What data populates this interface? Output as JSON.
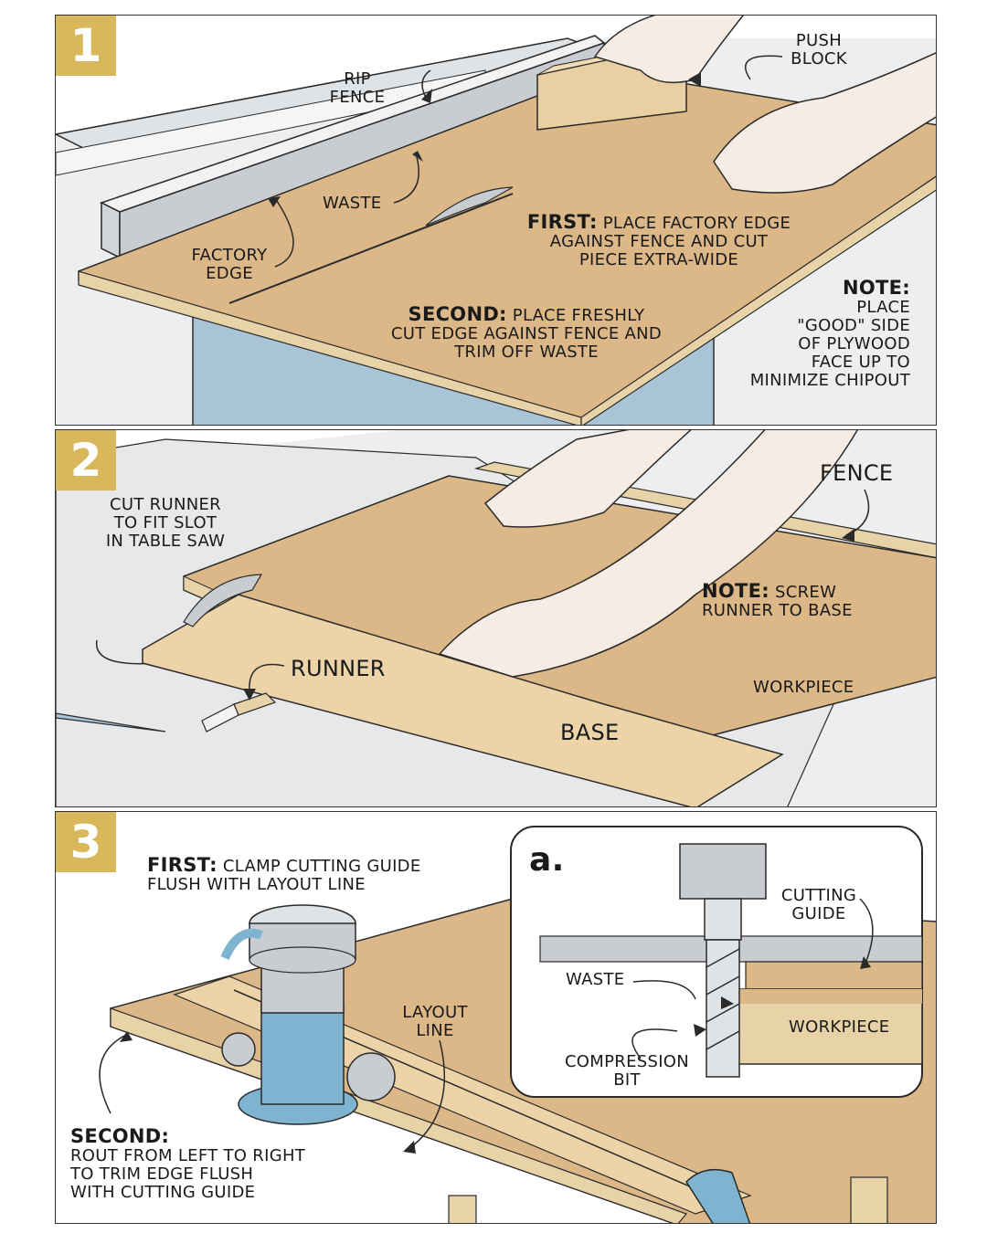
{
  "panel1": {
    "number": "1",
    "rip_fence": "RIP\nFENCE",
    "push_block": "PUSH\nBLOCK",
    "waste": "WASTE",
    "factory_edge": "FACTORY\nEDGE",
    "first_head": "FIRST:",
    "first_text": " PLACE FACTORY EDGE",
    "first_text2": "AGAINST FENCE AND CUT\nPIECE EXTRA-WIDE",
    "second_head": "SECOND:",
    "second_text": " PLACE FRESHLY",
    "second_text2": "CUT EDGE AGAINST FENCE AND\nTRIM OFF WASTE",
    "note_head": "NOTE:",
    "note_text": "PLACE\n\"GOOD\" SIDE\nOF PLYWOOD\nFACE UP TO\nMINIMIZE CHIPOUT"
  },
  "panel2": {
    "number": "2",
    "cut_runner": "CUT RUNNER\nTO FIT SLOT\nIN TABLE SAW",
    "fence": "FENCE",
    "note_head": "NOTE:",
    "note_text": " SCREW",
    "note_text2": "RUNNER TO BASE",
    "runner": "RUNNER",
    "workpiece": "WORKPIECE",
    "base": "BASE"
  },
  "panel3": {
    "number": "3",
    "first_head": "FIRST:",
    "first_text": " CLAMP CUTTING GUIDE",
    "first_text2": "FLUSH WITH LAYOUT LINE",
    "layout_line": "LAYOUT\nLINE",
    "second_head": "SECOND:",
    "second_text": "ROUT FROM LEFT TO RIGHT\nTO TRIM EDGE FLUSH\nWITH CUTTING GUIDE",
    "inset_letter": "a.",
    "cutting_guide": "CUTTING\nGUIDE",
    "waste": "WASTE",
    "workpiece": "WORKPIECE",
    "compression_bit": "COMPRESSION\nBIT"
  },
  "colors": {
    "badge": "#d8b85b",
    "plywood": "#dcb787",
    "plywood_edge": "#e8d2a8",
    "saw_blue": "#a9c4d6",
    "table_gray": "#e6e8ea",
    "router_blue": "#7fb4d0",
    "outline": "#2a2a2a"
  }
}
